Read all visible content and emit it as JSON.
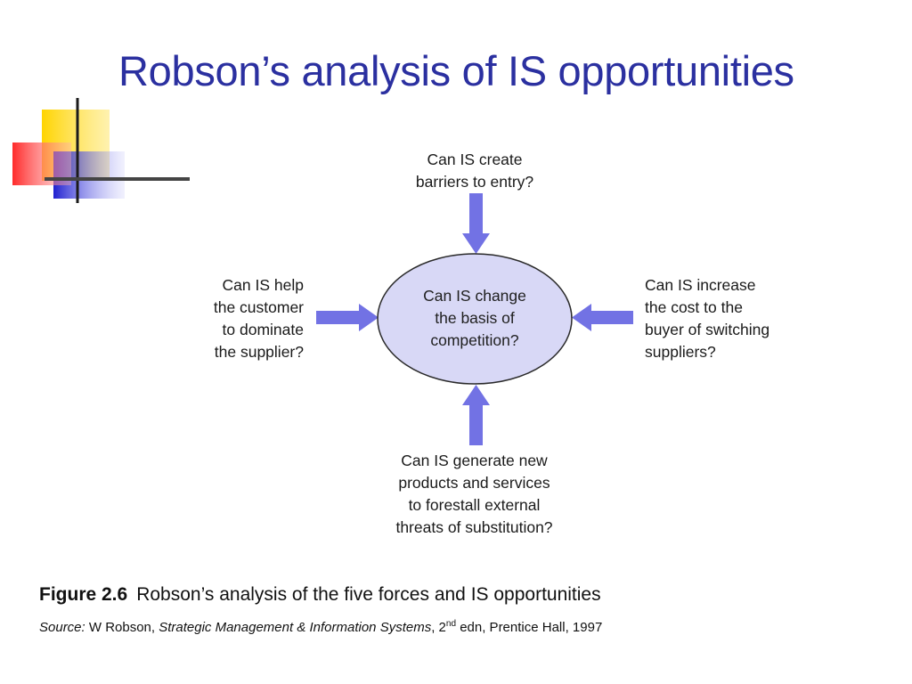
{
  "title": "Robson’s analysis of IS opportunities",
  "colors": {
    "title": "#2b30a0",
    "arrow": "#7272e4",
    "ellipse_fill": "#d8d8f6",
    "ellipse_stroke": "#2a2a2a",
    "deco_yellow": "#ffd400",
    "deco_red": "#ff3a3a",
    "deco_blue": "#2a2ad8"
  },
  "diagram": {
    "center": [
      "Can IS change",
      "the basis of",
      "competition?"
    ],
    "top": [
      "Can IS create",
      "barriers to entry?"
    ],
    "left": [
      "Can IS help",
      "the customer",
      "to dominate",
      "the supplier?"
    ],
    "right": [
      "Can IS increase",
      "the cost to the",
      "buyer of switching",
      "suppliers?"
    ],
    "bottom": [
      "Can IS generate new",
      "products and services",
      "to forestall external",
      "threats of substitution?"
    ]
  },
  "caption": {
    "figure_label": "Figure 2.6",
    "text": "Robson’s analysis of the five forces and IS opportunities"
  },
  "source": {
    "label": "Source:",
    "author": " W Robson, ",
    "book": "Strategic Management & Information Systems",
    "edition_pre": ", 2",
    "edition_sup": "nd",
    "edition_post": " edn, Prentice Hall, 1997"
  }
}
